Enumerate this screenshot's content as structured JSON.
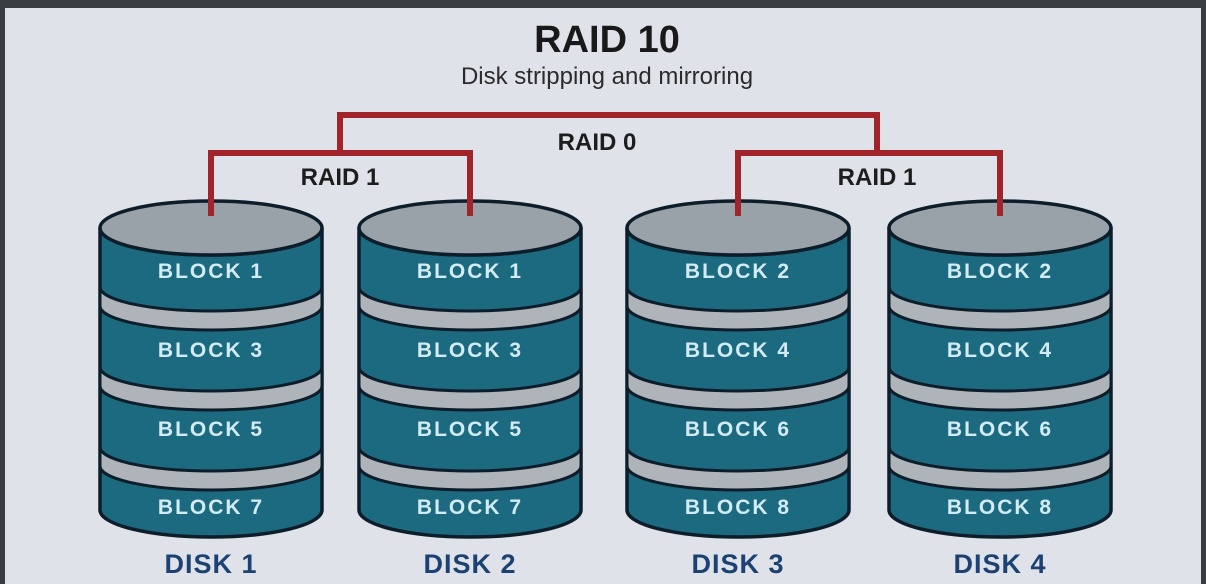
{
  "window": {
    "frame_color": "#3a3d41",
    "background_color": "#dfe2e8"
  },
  "header": {
    "title": "RAID 10",
    "subtitle": "Disk stripping and mirroring"
  },
  "connectors": {
    "raid0": {
      "label": "RAID 0"
    },
    "raid1_left": {
      "label": "RAID 1"
    },
    "raid1_right": {
      "label": "RAID 1"
    }
  },
  "palette": {
    "connector_red": "#a1242a",
    "disk_body_teal": "#1c6a80",
    "disk_top_gray": "#9aa2a9",
    "disk_rim_gray": "#aeb4b9",
    "outline_dark": "#0e1d2a",
    "block_text": "#d3ebf3",
    "disk_label_navy": "#1c4273",
    "title_text": "#191919"
  },
  "disks": [
    {
      "label": "DISK 1",
      "blocks": [
        "BLOCK 1",
        "BLOCK 3",
        "BLOCK 5",
        "BLOCK 7"
      ]
    },
    {
      "label": "DISK 2",
      "blocks": [
        "BLOCK 1",
        "BLOCK 3",
        "BLOCK 5",
        "BLOCK 7"
      ]
    },
    {
      "label": "DISK 3",
      "blocks": [
        "BLOCK 2",
        "BLOCK 4",
        "BLOCK 6",
        "BLOCK 8"
      ]
    },
    {
      "label": "DISK 4",
      "blocks": [
        "BLOCK 2",
        "BLOCK 4",
        "BLOCK 6",
        "BLOCK 8"
      ]
    }
  ]
}
